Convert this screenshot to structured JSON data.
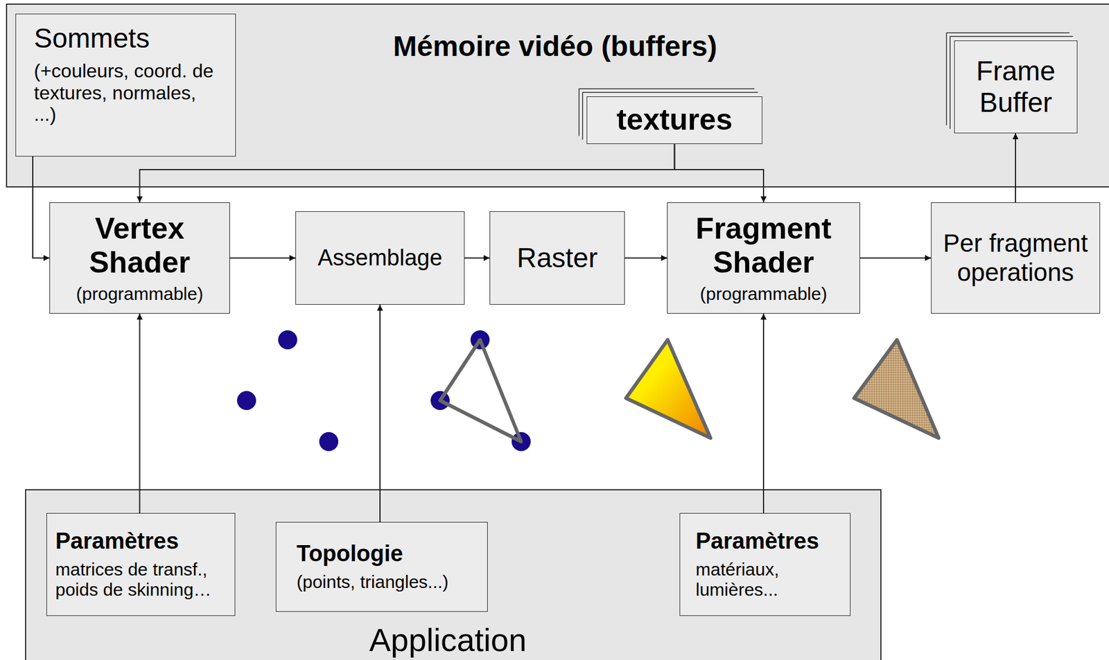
{
  "diagram": {
    "nodes": [
      {
        "text": [
          "Mémoire vidéo (buffers)"
        ]
      },
      {
        "text": [
          "Sommets",
          "(+couleurs, coord. de textures, normales, ...)"
        ],
        "in": 0
      },
      {
        "text": [
          "textures"
        ],
        "in": 0
      },
      {
        "text": [
          "Frame Buffer"
        ],
        "in": 0
      },
      {
        "text": [
          "Vertex Shader",
          "(programmable)"
        ]
      },
      {
        "text": [
          "Assemblage"
        ]
      },
      {
        "text": [
          "Raster"
        ]
      },
      {
        "text": [
          "Fragment Shader",
          "(programmable)"
        ]
      },
      {
        "text": [
          "Per fragment operations"
        ]
      },
      {
        "text": [
          "Application"
        ]
      },
      {
        "text": [
          "Paramètres",
          "matrices de transf., poids de skinning…"
        ],
        "in": 9
      },
      {
        "text": [
          "Topologie",
          "(points, triangles...)"
        ],
        "in": 9
      },
      {
        "text": [
          "Paramètres",
          "matériaux, lumières..."
        ],
        "in": 9
      }
    ],
    "edges": [
      {
        "from": 1,
        "to": 4,
        "arrow": "to"
      },
      {
        "from": 2,
        "to": 4,
        "arrow": "to"
      },
      {
        "from": 2,
        "to": 7,
        "arrow": "to"
      },
      {
        "from": 4,
        "to": 5,
        "arrow": "to"
      },
      {
        "from": 5,
        "to": 6,
        "arrow": "to"
      },
      {
        "from": 6,
        "to": 7,
        "arrow": "to"
      },
      {
        "from": 7,
        "to": 8,
        "arrow": "to"
      },
      {
        "from": 8,
        "to": 3,
        "arrow": "to"
      },
      {
        "from": 10,
        "to": 4,
        "arrow": "to"
      },
      {
        "from": 11,
        "to": 5,
        "arrow": "to"
      },
      {
        "from": 12,
        "to": 7,
        "arrow": "to"
      }
    ]
  }
}
